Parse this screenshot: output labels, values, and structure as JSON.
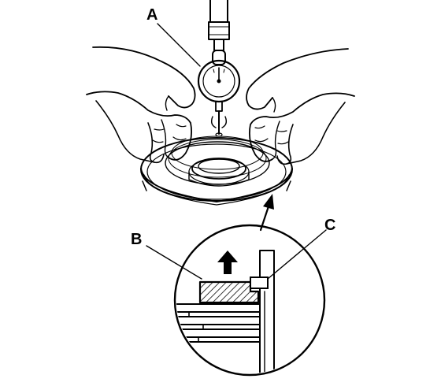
{
  "figure": {
    "callouts": {
      "a": "A",
      "b": "B",
      "c": "C"
    },
    "icons": [
      "dial-indicator-icon",
      "hand-icon",
      "clutch-piston-icon",
      "lift-arrow-icon",
      "snap-ring-icon",
      "clutch-plate-stack-icon"
    ],
    "colors": {
      "ink": "#000000",
      "paper": "#ffffff"
    }
  }
}
